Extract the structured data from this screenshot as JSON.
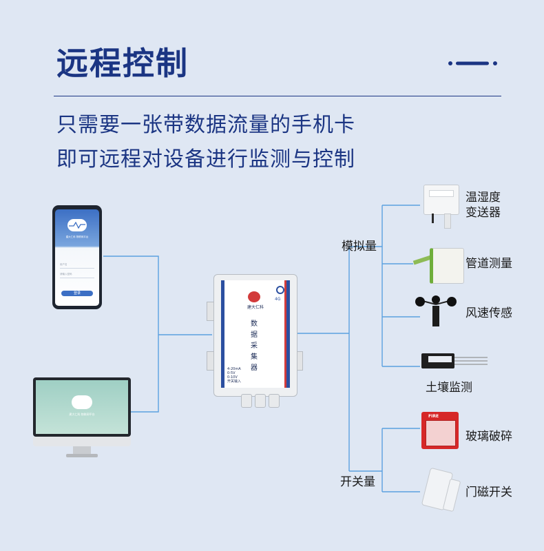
{
  "header": {
    "title": "远程控制",
    "subtitle_line1": "只需要一张带数据流量的手机卡",
    "subtitle_line2": "即可远程对设备进行监测与控制"
  },
  "phone": {
    "brand_text": "建大仁科 物联网平台",
    "account_placeholder": "用户名",
    "password_placeholder": "请输入密码",
    "login_button": "登录"
  },
  "monitor": {
    "brand_text": "建大仁科 物联网平台"
  },
  "collector": {
    "logo_text": "建大仁科",
    "label": "数据采集器",
    "signal_label": "4G",
    "io_lines": [
      "4-20mA",
      "0-5V",
      "0-10V",
      "开关输入"
    ]
  },
  "groups": {
    "analog": "模拟量",
    "switch": "开关量"
  },
  "devices": [
    {
      "name": "温湿度\n变送器",
      "line1": "温湿度",
      "line2": "变送器",
      "icon": "temp-humidity-sensor-icon"
    },
    {
      "name": "管道测量",
      "icon": "pipe-sensor-icon"
    },
    {
      "name": "风速传感",
      "icon": "anemometer-icon"
    },
    {
      "name": "土壤监测",
      "icon": "soil-sensor-icon"
    },
    {
      "name": "玻璃破碎",
      "icon": "glass-break-alarm-icon"
    },
    {
      "name": "门磁开关",
      "icon": "door-magnet-icon"
    }
  ],
  "colors": {
    "background": "#dfe7f3",
    "primary": "#1b3583",
    "wire": "#5aa0e0"
  }
}
